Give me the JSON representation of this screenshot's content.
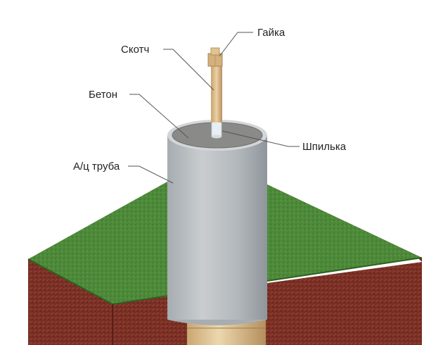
{
  "labels": {
    "nut": "Гайка",
    "tape": "Скотч",
    "concrete": "Бетон",
    "stud": "Шпилька",
    "pipe": "А/ц труба"
  },
  "colors": {
    "grass": "#4e8a3a",
    "grass_dark": "#3f7a2f",
    "soil": "#7a2f25",
    "soil_dark": "#5e2119",
    "pipe": "#b9bec2",
    "pipe_shade": "#8f969b",
    "concrete_top": "#8a8a88",
    "tape": "#d8b98a",
    "stud": "#e8eef3",
    "leader": "#555555"
  }
}
